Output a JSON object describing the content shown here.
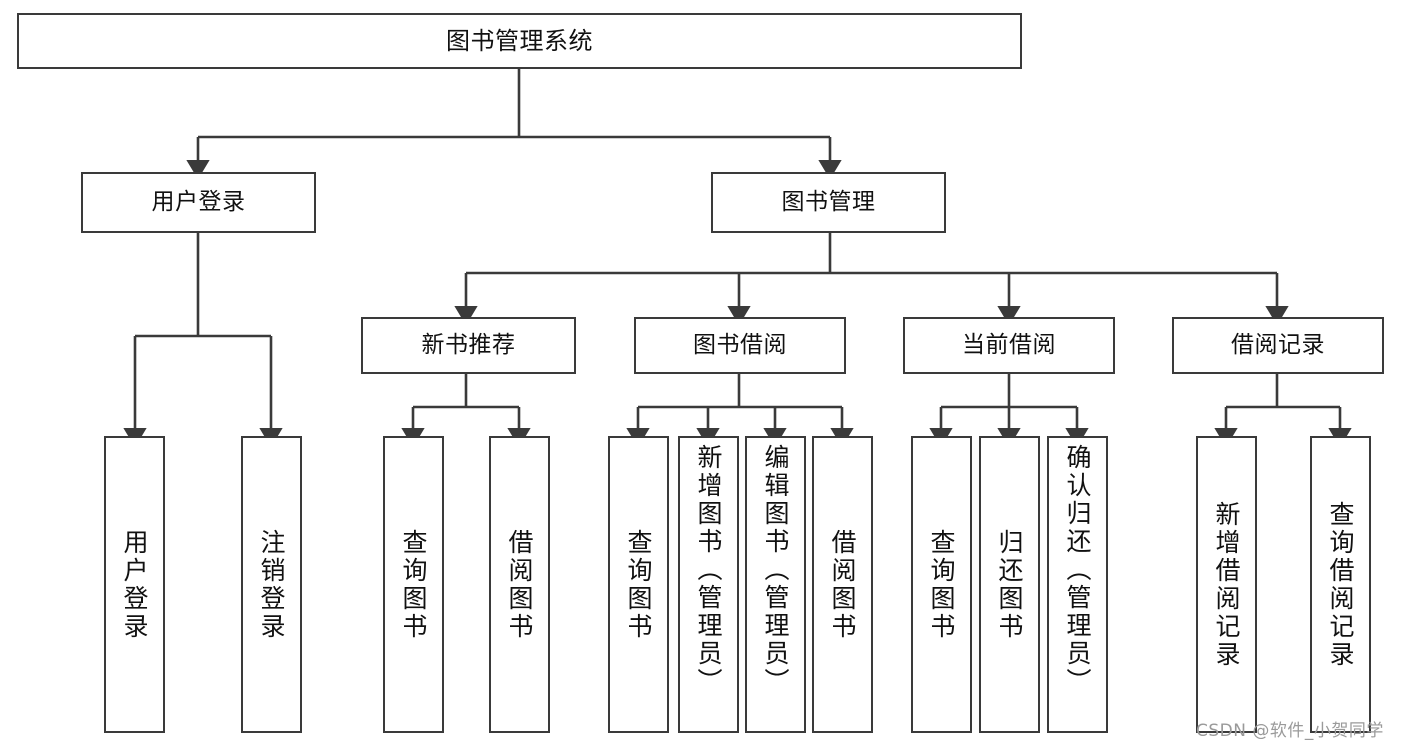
{
  "diagram": {
    "title": "图书管理系统",
    "type": "tree-hierarchy-chart",
    "stroke_color": "#3a3a3a",
    "fill_color": "#ffffff",
    "text_color": "#111111"
  },
  "root": {
    "label": "图书管理系统"
  },
  "level2": [
    {
      "label": "用户登录"
    },
    {
      "label": "图书管理"
    }
  ],
  "level3": [
    {
      "label": "新书推荐"
    },
    {
      "label": "图书借阅"
    },
    {
      "label": "当前借阅"
    },
    {
      "label": "借阅记录"
    }
  ],
  "leaves": {
    "user_login": [
      {
        "label": "用户登录"
      },
      {
        "label": "注销登录"
      }
    ],
    "new_book_recommend": [
      {
        "label": "查询图书"
      },
      {
        "label": "借阅图书"
      }
    ],
    "book_borrow": [
      {
        "label": "查询图书"
      },
      {
        "label": "新增图书（管理员）"
      },
      {
        "label": "编辑图书（管理员）"
      },
      {
        "label": "借阅图书"
      }
    ],
    "current_borrow": [
      {
        "label": "查询图书"
      },
      {
        "label": "归还图书"
      },
      {
        "label": "确认归还（管理员）"
      }
    ],
    "borrow_record": [
      {
        "label": "新增借阅记录"
      },
      {
        "label": "查询借阅记录"
      }
    ]
  },
  "watermark": {
    "text": "CSDN @软件_小贺同学"
  }
}
